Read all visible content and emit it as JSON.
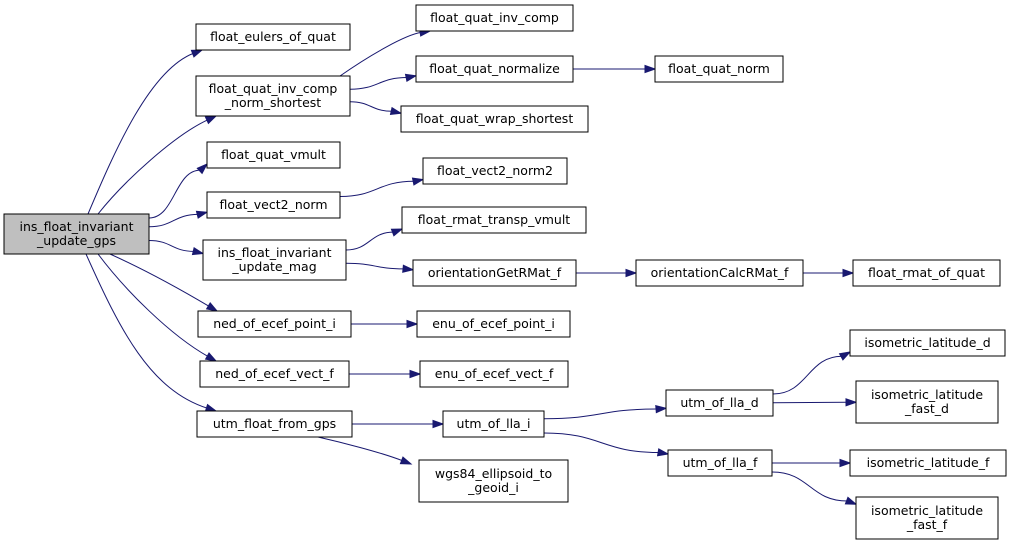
{
  "nodes": {
    "ins_update_gps": [
      "ins_float_invariant",
      "_update_gps"
    ],
    "eulers_of_quat": [
      "float_eulers_of_quat"
    ],
    "inv_comp_norm": [
      "float_quat_inv_comp",
      "_norm_shortest"
    ],
    "inv_comp": [
      "float_quat_inv_comp"
    ],
    "normalize": [
      "float_quat_normalize"
    ],
    "quat_norm": [
      "float_quat_norm"
    ],
    "wrap_shortest": [
      "float_quat_wrap_shortest"
    ],
    "quat_vmult": [
      "float_quat_vmult"
    ],
    "vect2_norm": [
      "float_vect2_norm"
    ],
    "vect2_norm2": [
      "float_vect2_norm2"
    ],
    "rmat_transp": [
      "float_rmat_transp_vmult"
    ],
    "ins_update_mag": [
      "ins_float_invariant",
      "_update_mag"
    ],
    "orient_get": [
      "orientationGetRMat_f"
    ],
    "orient_calc": [
      "orientationCalcRMat_f"
    ],
    "rmat_of_quat": [
      "float_rmat_of_quat"
    ],
    "ned_point": [
      "ned_of_ecef_point_i"
    ],
    "enu_point": [
      "enu_of_ecef_point_i"
    ],
    "ned_vect": [
      "ned_of_ecef_vect_f"
    ],
    "enu_vect": [
      "enu_of_ecef_vect_f"
    ],
    "utm_from_gps": [
      "utm_float_from_gps"
    ],
    "utm_lla_i": [
      "utm_of_lla_i"
    ],
    "wgs84": [
      "wgs84_ellipsoid_to",
      "_geoid_i"
    ],
    "utm_lla_d": [
      "utm_of_lla_d"
    ],
    "utm_lla_f": [
      "utm_of_lla_f"
    ],
    "iso_lat_d": [
      "isometric_latitude_d"
    ],
    "iso_lat_fast_d": [
      "isometric_latitude",
      "_fast_d"
    ],
    "iso_lat_f": [
      "isometric_latitude_f"
    ],
    "iso_lat_fast_f": [
      "isometric_latitude",
      "_fast_f"
    ]
  },
  "edges": [
    [
      "ins_update_gps",
      "eulers_of_quat"
    ],
    [
      "ins_update_gps",
      "inv_comp_norm"
    ],
    [
      "ins_update_gps",
      "quat_vmult"
    ],
    [
      "ins_update_gps",
      "vect2_norm"
    ],
    [
      "ins_update_gps",
      "ins_update_mag"
    ],
    [
      "ins_update_gps",
      "ned_point"
    ],
    [
      "ins_update_gps",
      "ned_vect"
    ],
    [
      "ins_update_gps",
      "utm_from_gps"
    ],
    [
      "inv_comp_norm",
      "inv_comp"
    ],
    [
      "inv_comp_norm",
      "normalize"
    ],
    [
      "inv_comp_norm",
      "wrap_shortest"
    ],
    [
      "normalize",
      "quat_norm"
    ],
    [
      "vect2_norm",
      "vect2_norm2"
    ],
    [
      "ins_update_mag",
      "rmat_transp"
    ],
    [
      "ins_update_mag",
      "orient_get"
    ],
    [
      "orient_get",
      "orient_calc"
    ],
    [
      "orient_calc",
      "rmat_of_quat"
    ],
    [
      "ned_point",
      "enu_point"
    ],
    [
      "ned_vect",
      "enu_vect"
    ],
    [
      "utm_from_gps",
      "utm_lla_i"
    ],
    [
      "utm_from_gps",
      "wgs84"
    ],
    [
      "utm_lla_i",
      "utm_lla_d"
    ],
    [
      "utm_lla_i",
      "utm_lla_f"
    ],
    [
      "utm_lla_d",
      "iso_lat_d"
    ],
    [
      "utm_lla_d",
      "iso_lat_fast_d"
    ],
    [
      "utm_lla_f",
      "iso_lat_f"
    ],
    [
      "utm_lla_f",
      "iso_lat_fast_f"
    ]
  ],
  "colors": {
    "edge": "#191970",
    "root_fill": "#bfbfbf",
    "node_fill": "#ffffff",
    "node_stroke": "#000000"
  }
}
